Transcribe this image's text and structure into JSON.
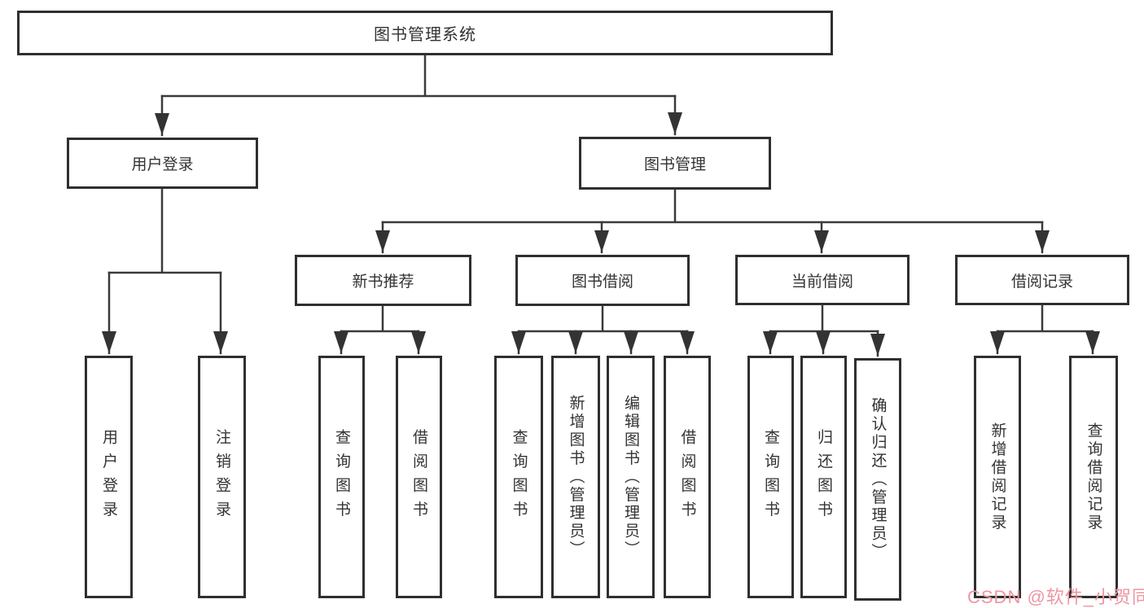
{
  "diagram": {
    "title": "图书管理系统",
    "nodes": {
      "root": "图书管理系统",
      "user_login": "用户登录",
      "book_management": "图书管理",
      "new_book_recommend": "新书推荐",
      "book_borrow": "图书借阅",
      "current_borrow": "当前借阅",
      "borrow_records": "借阅记录",
      "leaf_user_login": "用户登录",
      "leaf_logout": "注销登录",
      "leaf_nbr_query_books": "查询图书",
      "leaf_nbr_borrow_books": "借阅图书",
      "leaf_bb_query_books": "查询图书",
      "leaf_bb_add_books_admin": "新增图书（管理员）",
      "leaf_bb_edit_books_admin": "编辑图书（管理员）",
      "leaf_bb_borrow_books": "借阅图书",
      "leaf_cb_query_books": "查询图书",
      "leaf_cb_return_books": "归还图书",
      "leaf_cb_confirm_return_admin": "确认归还（管理员）",
      "leaf_br_add_record": "新增借阅记录",
      "leaf_br_query_record": "查询借阅记录"
    },
    "watermark": "CSDN @软件_小贺同学",
    "colors": {
      "line": "#3a3a3a",
      "box_border": "#2f2f2f",
      "box_fill": "#ffffff",
      "text": "#333333",
      "watermark": "#ee96a1"
    }
  }
}
